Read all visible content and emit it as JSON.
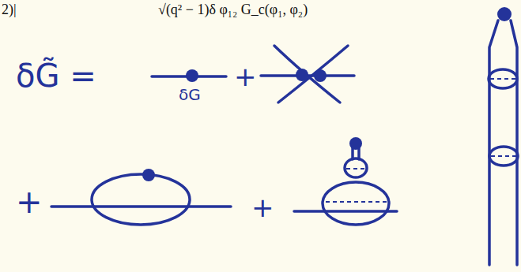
{
  "diagram": {
    "labels": [
      "2)|",
      "√(q² − 1)δ φ₁₂ G_c(φ₁, φ₂)",
      "δG̃ =",
      "δG",
      "+",
      "+",
      "+"
    ]
  }
}
